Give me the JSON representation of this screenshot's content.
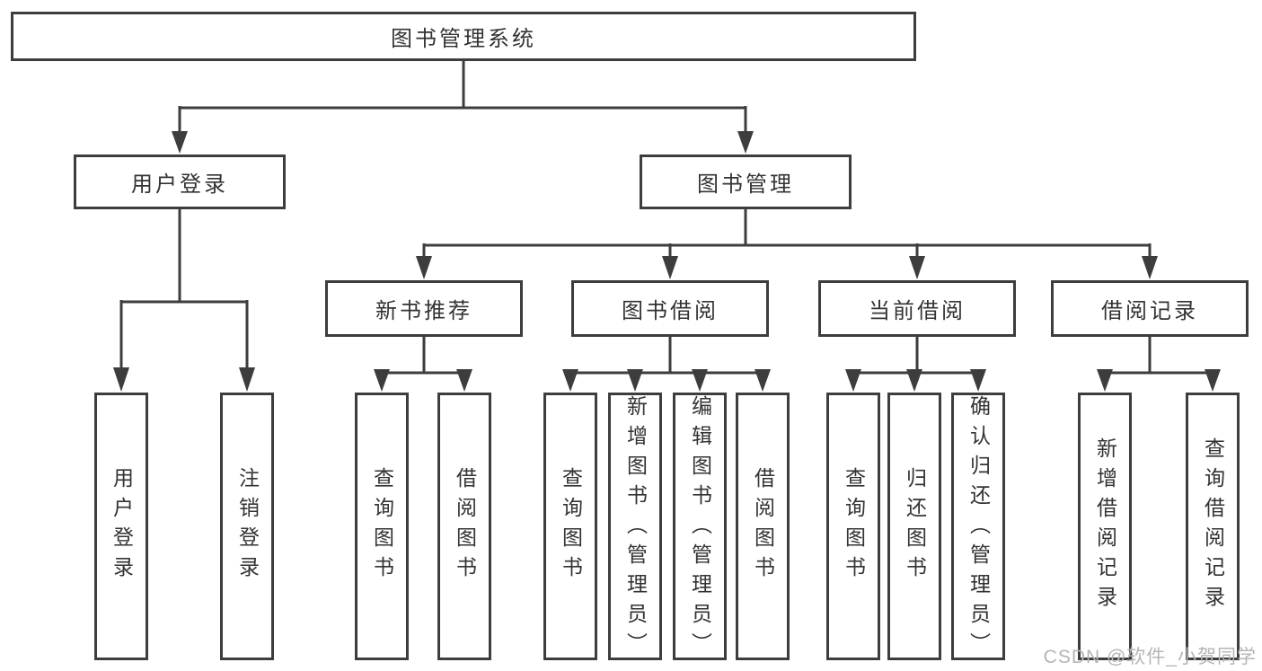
{
  "diagram_title": "图书管理系统",
  "tree": {
    "root": {
      "label": "图书管理系统"
    },
    "branches": [
      {
        "label": "用户登录",
        "children": [
          {
            "label": "用户登录"
          },
          {
            "label": "注销登录"
          }
        ]
      },
      {
        "label": "图书管理",
        "children": [
          {
            "label": "新书推荐",
            "children": [
              {
                "label": "查询图书"
              },
              {
                "label": "借阅图书"
              }
            ]
          },
          {
            "label": "图书借阅",
            "children": [
              {
                "label": "查询图书"
              },
              {
                "label": "新增图书（管理员）"
              },
              {
                "label": "编辑图书（管理员）"
              },
              {
                "label": "借阅图书"
              }
            ]
          },
          {
            "label": "当前借阅",
            "children": [
              {
                "label": "查询图书"
              },
              {
                "label": "归还图书"
              },
              {
                "label": "确认归还（管理员）"
              }
            ]
          },
          {
            "label": "借阅记录",
            "children": [
              {
                "label": "新增借阅记录"
              },
              {
                "label": "查询借阅记录"
              }
            ]
          }
        ]
      }
    ]
  },
  "watermark": "CSDN @软件_小贺同学",
  "colors": {
    "line": "#3d3d3d",
    "box_border": "#3d3d3d",
    "text": "#333333",
    "watermark": "#b5b5b5",
    "background": "#ffffff"
  }
}
